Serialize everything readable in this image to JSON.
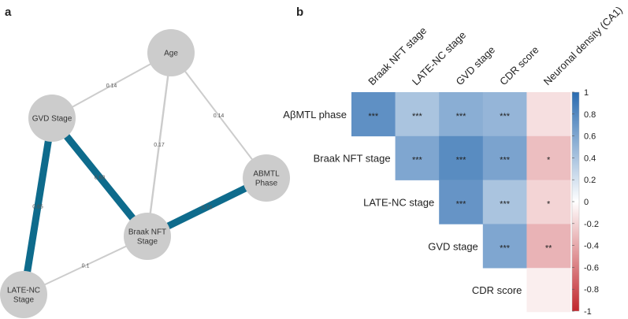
{
  "panels": {
    "a": "a",
    "b": "b"
  },
  "chart_data": [
    {
      "panel": "a",
      "type": "network",
      "nodes": [
        {
          "id": "age",
          "label": [
            "Age"
          ]
        },
        {
          "id": "gvd",
          "label": [
            "GVD Stage"
          ]
        },
        {
          "id": "abmtl",
          "label": [
            "ABMTL",
            "Phase"
          ]
        },
        {
          "id": "braak",
          "label": [
            "Braak NFT",
            "Stage"
          ]
        },
        {
          "id": "latenc",
          "label": [
            "LATE-NC",
            "Stage"
          ]
        }
      ],
      "edges": [
        {
          "source": "gvd",
          "target": "age",
          "weight": 0.14,
          "label": "0.14",
          "color": "#cccccc"
        },
        {
          "source": "age",
          "target": "abmtl",
          "weight": 0.14,
          "label": "0.14",
          "color": "#cccccc"
        },
        {
          "source": "age",
          "target": "braak",
          "weight": 0.17,
          "label": "0.17",
          "color": "#cccccc"
        },
        {
          "source": "braak",
          "target": "latenc",
          "weight": 0.1,
          "label": "0.1",
          "color": "#cccccc"
        },
        {
          "source": "gvd",
          "target": "braak",
          "weight": 0.68,
          "label": "0.68",
          "color": "#0e6b8c"
        },
        {
          "source": "abmtl",
          "target": "braak",
          "weight": 0.74,
          "label": "0.74",
          "color": "#0e6b8c"
        },
        {
          "source": "gvd",
          "target": "latenc",
          "weight": 0.65,
          "label": "0.65",
          "color": "#0e6b8c"
        }
      ]
    },
    {
      "panel": "b",
      "type": "heatmap",
      "columns": [
        "Braak NFT stage",
        "LATE-NC stage",
        "GVD stage",
        "CDR score",
        "Neuronal density (CA1)"
      ],
      "rows": [
        "AβMTL  phase",
        "Braak NFT stage",
        "LATE-NC  stage",
        "GVD stage",
        "CDR score"
      ],
      "cells": [
        {
          "row": 0,
          "col": 0,
          "value": 0.75,
          "label": "***"
        },
        {
          "row": 0,
          "col": 1,
          "value": 0.4,
          "label": "***"
        },
        {
          "row": 0,
          "col": 2,
          "value": 0.55,
          "label": "***"
        },
        {
          "row": 0,
          "col": 3,
          "value": 0.5,
          "label": "***"
        },
        {
          "row": 0,
          "col": 4,
          "value": -0.15,
          "label": ""
        },
        {
          "row": 1,
          "col": 1,
          "value": 0.6,
          "label": "***"
        },
        {
          "row": 1,
          "col": 2,
          "value": 0.78,
          "label": "***"
        },
        {
          "row": 1,
          "col": 3,
          "value": 0.62,
          "label": "***"
        },
        {
          "row": 1,
          "col": 4,
          "value": -0.3,
          "label": "*"
        },
        {
          "row": 2,
          "col": 2,
          "value": 0.72,
          "label": "***"
        },
        {
          "row": 2,
          "col": 3,
          "value": 0.4,
          "label": "***"
        },
        {
          "row": 2,
          "col": 4,
          "value": -0.2,
          "label": "*"
        },
        {
          "row": 3,
          "col": 3,
          "value": 0.6,
          "label": "***"
        },
        {
          "row": 3,
          "col": 4,
          "value": -0.35,
          "label": "**"
        },
        {
          "row": 4,
          "col": 4,
          "value": -0.08,
          "label": ""
        }
      ],
      "colorbar": {
        "range": [
          -1,
          1
        ],
        "ticks": [
          "1",
          "0.8",
          "0.6",
          "0.4",
          "0.2",
          "0",
          "-0.2",
          "-0.4",
          "-0.6",
          "-0.8",
          "-1"
        ],
        "colors": {
          "negative": "#c1272d",
          "zero": "#ffffff",
          "positive": "#2a6bb0"
        }
      }
    }
  ]
}
